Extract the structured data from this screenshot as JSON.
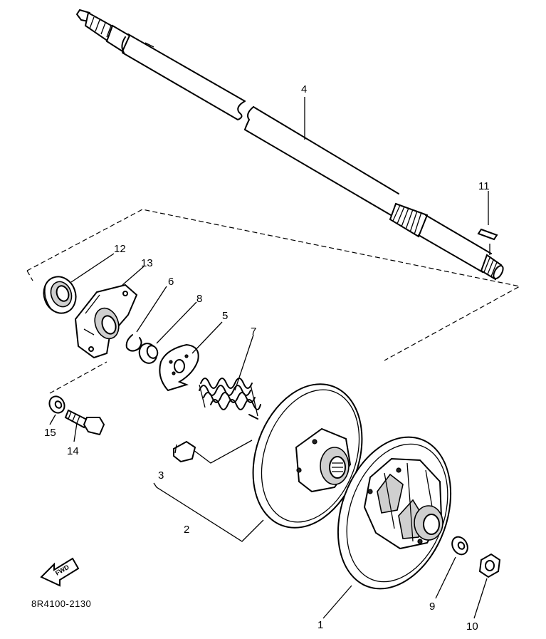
{
  "figure": {
    "drawing_code": "8R4100-2130",
    "direction_badge": "FWD"
  },
  "callouts": [
    {
      "id": "1",
      "label": "1"
    },
    {
      "id": "2",
      "label": "2"
    },
    {
      "id": "3",
      "label": "3"
    },
    {
      "id": "4",
      "label": "4"
    },
    {
      "id": "5",
      "label": "5"
    },
    {
      "id": "6",
      "label": "6"
    },
    {
      "id": "7",
      "label": "7"
    },
    {
      "id": "8",
      "label": "8"
    },
    {
      "id": "9",
      "label": "9"
    },
    {
      "id": "10",
      "label": "10"
    },
    {
      "id": "11",
      "label": "11"
    },
    {
      "id": "12",
      "label": "12"
    },
    {
      "id": "13",
      "label": "13"
    },
    {
      "id": "14",
      "label": "14"
    },
    {
      "id": "15",
      "label": "15"
    }
  ]
}
